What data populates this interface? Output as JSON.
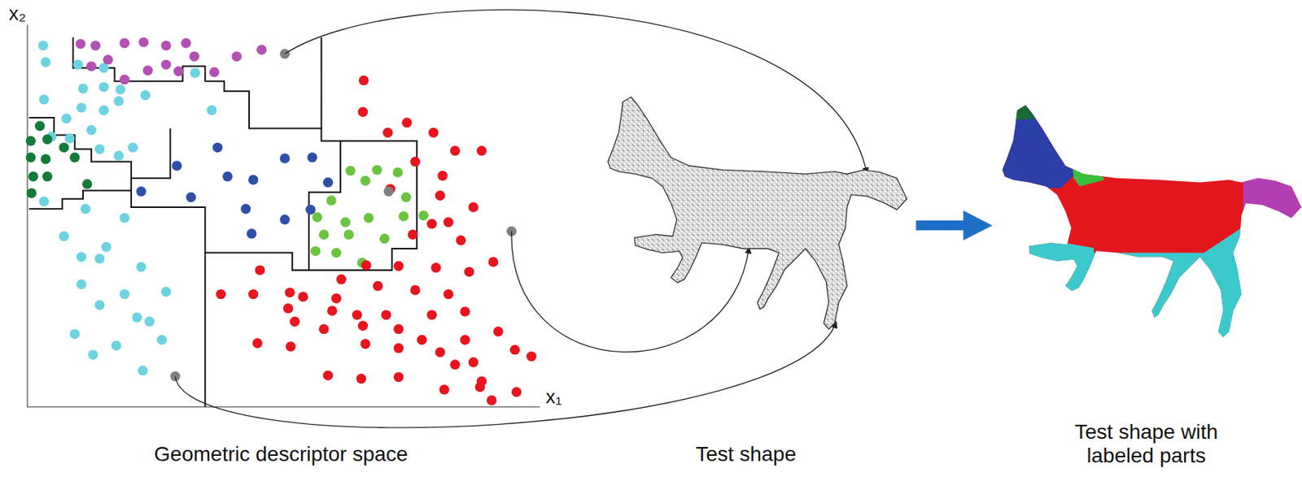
{
  "diagram": {
    "labels": [
      "x₂",
      "x₁",
      "Geometric descriptor space",
      "Test shape",
      "Test shape with labeled parts"
    ]
  }
}
